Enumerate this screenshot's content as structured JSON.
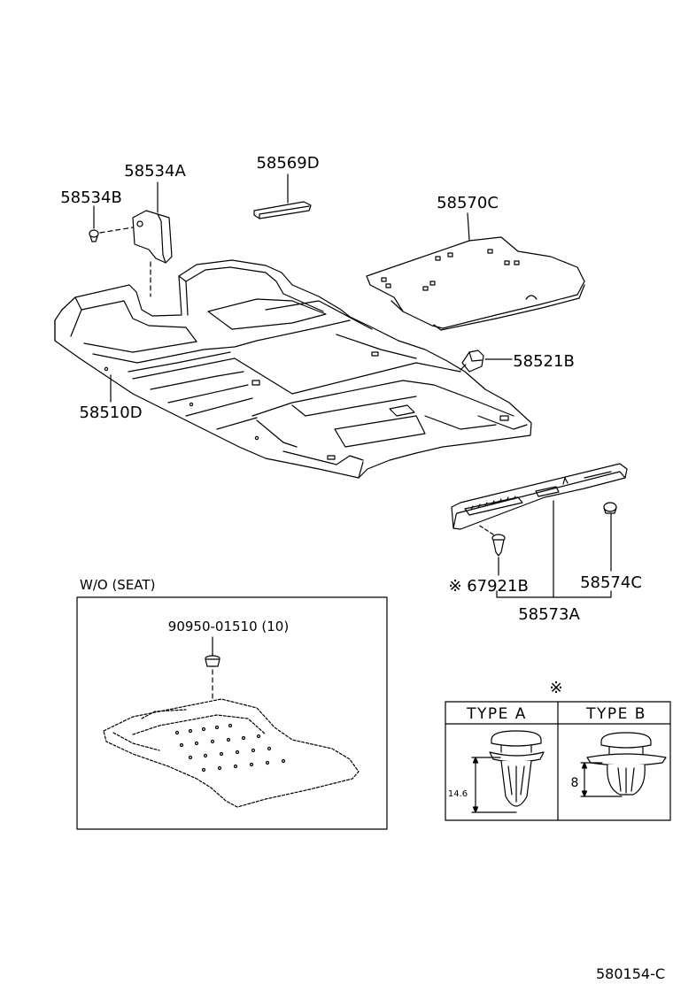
{
  "labels": {
    "p58534a": "58534A",
    "p58569d": "58569D",
    "p58534b": "58534B",
    "p58570c": "58570C",
    "p58521b": "58521B",
    "p58510d": "58510D",
    "p67921b": "67921B",
    "p58574c": "58574C",
    "p58573a": "58573A"
  },
  "marks": {
    "asterisk": "※"
  },
  "inset": {
    "title": "W/O (SEAT)",
    "part_label": "90950-01510 (10)"
  },
  "clip_table": {
    "type_a": "TYPE A",
    "type_b": "TYPE B",
    "dim_a": "14.6",
    "dim_b": "8"
  },
  "figure_id": "580154-C",
  "colors": {
    "line": "#000000",
    "background": "#ffffff"
  }
}
